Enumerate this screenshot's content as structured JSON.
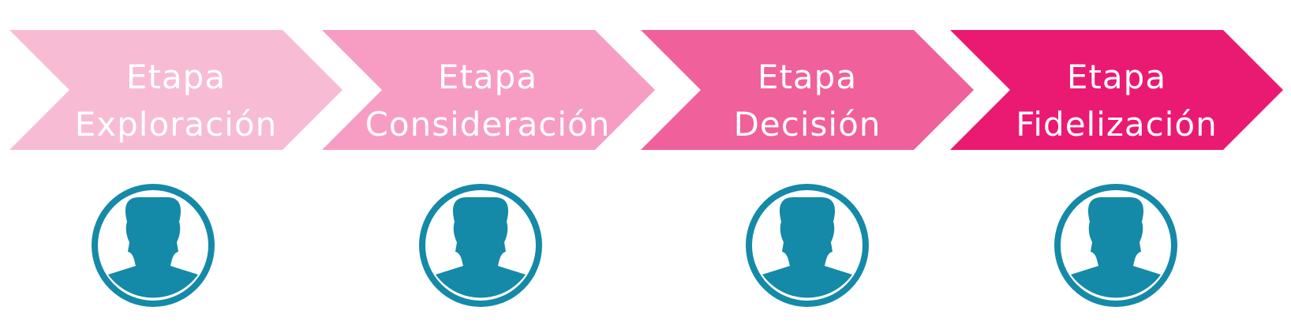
{
  "stages": [
    {
      "prefix": "Etapa",
      "name": "Exploración",
      "color": "#f7bcd3"
    },
    {
      "prefix": "Etapa",
      "name": "Consideración",
      "color": "#f79dc4"
    },
    {
      "prefix": "Etapa",
      "name": "Decisión",
      "color": "#f0609b"
    },
    {
      "prefix": "Etapa",
      "name": "Fidelización",
      "color": "#ea1a73"
    }
  ],
  "colors": {
    "avatar": "#1589a8",
    "background": "#ffffff"
  },
  "icons": {
    "avatar": "user-silhouette-icon"
  }
}
